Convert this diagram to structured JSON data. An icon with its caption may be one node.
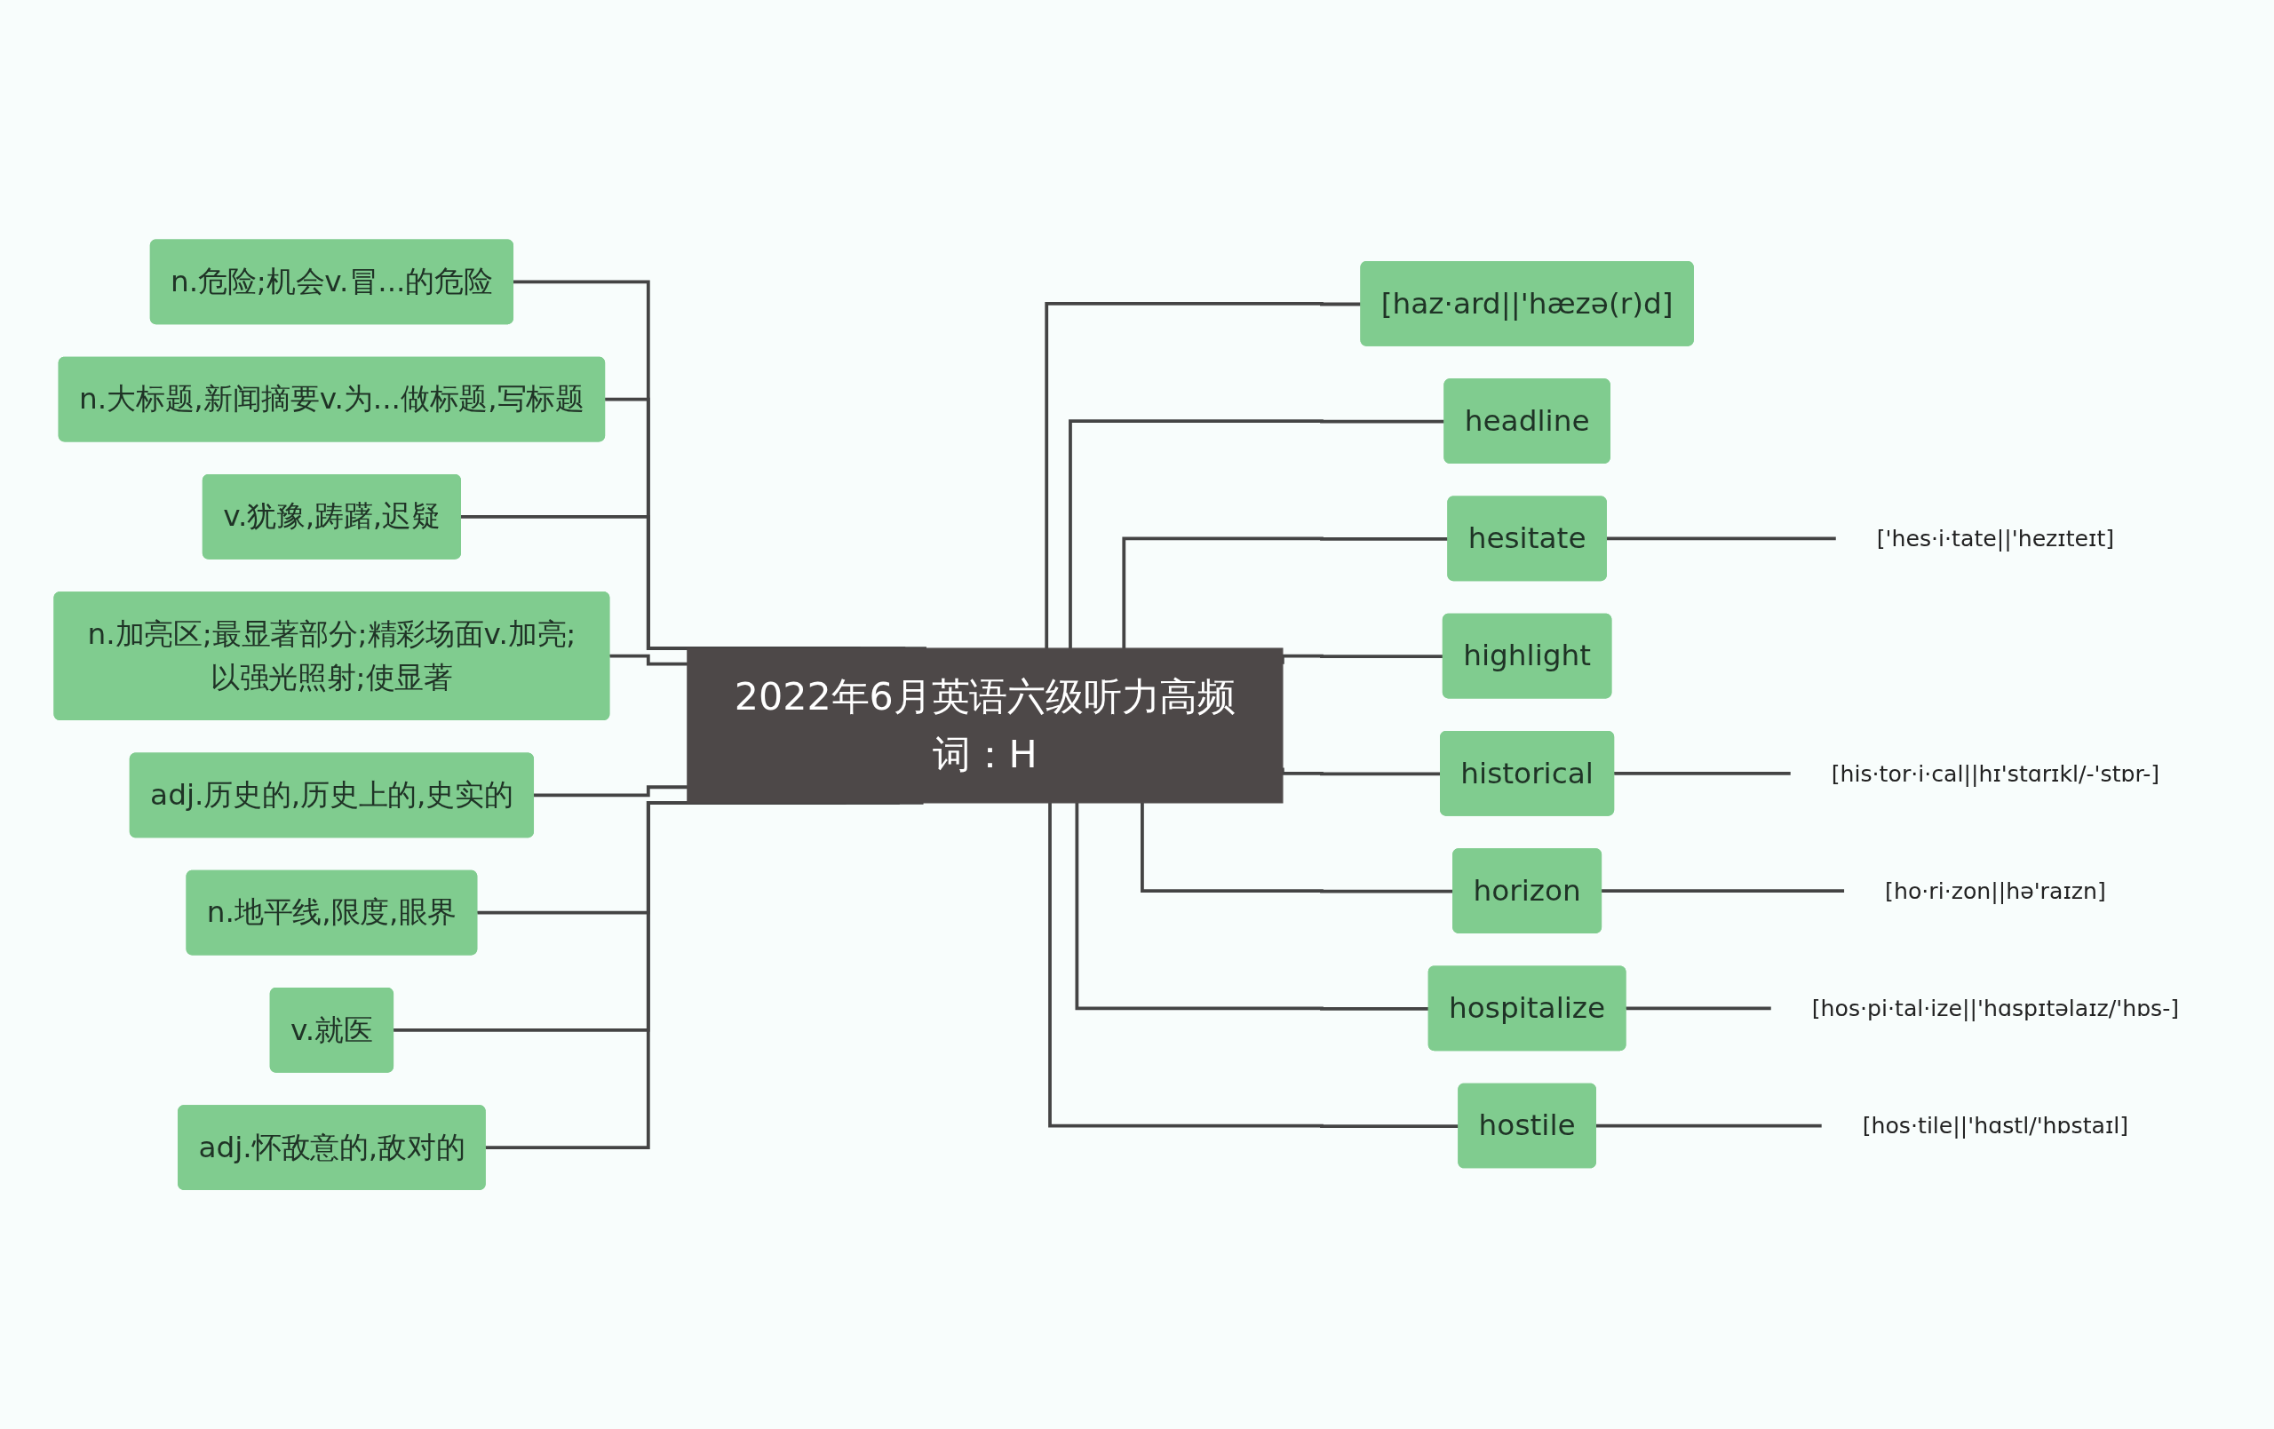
{
  "diagram": {
    "nodes": [
      {
        "text": [
          "2022年6月英语六级听力高频词：H"
        ]
      },
      {
        "text": [
          "n.危险;机会v.冒...的危险"
        ]
      },
      {
        "text": [
          "n.大标题,新闻摘要v.为...做标题,写标题"
        ]
      },
      {
        "text": [
          "v.犹豫,踌躇,迟疑"
        ]
      },
      {
        "text": [
          "n.加亮区;最显著部分;精彩场面v.加亮;以强光照射;使显著"
        ]
      },
      {
        "text": [
          "adj.历史的,历史上的,史实的"
        ]
      },
      {
        "text": [
          "n.地平线,限度,眼界"
        ]
      },
      {
        "text": [
          "v.就医"
        ]
      },
      {
        "text": [
          "adj.怀敌意的,敌对的"
        ]
      },
      {
        "text": [
          "[haz·ard||'hæzə(r)d]"
        ]
      },
      {
        "text": [
          "headline"
        ]
      },
      {
        "text": [
          "hesitate"
        ]
      },
      {
        "text": [
          "highlight"
        ]
      },
      {
        "text": [
          "historical"
        ]
      },
      {
        "text": [
          "horizon"
        ]
      },
      {
        "text": [
          "hospitalize"
        ]
      },
      {
        "text": [
          "hostile"
        ]
      },
      {
        "text": [
          "['hes·i·tate||'hezɪteɪt]"
        ]
      },
      {
        "text": [
          "[his·tor·i·cal||hɪ'stɑrɪkl/-'stɒr-]"
        ]
      },
      {
        "text": [
          "[ho·ri·zon||hə'raɪzn]"
        ]
      },
      {
        "text": [
          "[hos·pi·tal·ize||'hɑspɪtəlaɪz/'hɒs-]"
        ]
      },
      {
        "text": [
          "[hos·tile||'hɑstl/'hɒstaɪl]"
        ]
      }
    ],
    "edges": [
      {
        "from": 1,
        "to": 0,
        "arrow": "none"
      },
      {
        "from": 2,
        "to": 0,
        "arrow": "none"
      },
      {
        "from": 3,
        "to": 0,
        "arrow": "none"
      },
      {
        "from": 4,
        "to": 0,
        "arrow": "none"
      },
      {
        "from": 5,
        "to": 0,
        "arrow": "none"
      },
      {
        "from": 6,
        "to": 0,
        "arrow": "none"
      },
      {
        "from": 7,
        "to": 0,
        "arrow": "none"
      },
      {
        "from": 8,
        "to": 0,
        "arrow": "none"
      },
      {
        "from": 0,
        "to": 9,
        "arrow": "none"
      },
      {
        "from": 0,
        "to": 10,
        "arrow": "none"
      },
      {
        "from": 0,
        "to": 11,
        "arrow": "none"
      },
      {
        "from": 0,
        "to": 12,
        "arrow": "none"
      },
      {
        "from": 0,
        "to": 13,
        "arrow": "none"
      },
      {
        "from": 0,
        "to": 14,
        "arrow": "none"
      },
      {
        "from": 0,
        "to": 15,
        "arrow": "none"
      },
      {
        "from": 0,
        "to": 16,
        "arrow": "none"
      },
      {
        "from": 11,
        "to": 17,
        "arrow": "none"
      },
      {
        "from": 13,
        "to": 18,
        "arrow": "none"
      },
      {
        "from": 14,
        "to": 19,
        "arrow": "none"
      },
      {
        "from": 15,
        "to": 20,
        "arrow": "none"
      },
      {
        "from": 16,
        "to": 21,
        "arrow": "none"
      }
    ]
  }
}
